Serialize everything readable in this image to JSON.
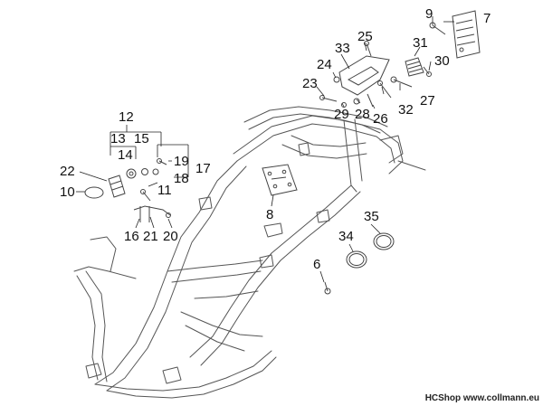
{
  "callouts": [
    "7",
    "9",
    "25",
    "31",
    "33",
    "24",
    "30",
    "23",
    "29",
    "28",
    "26",
    "32",
    "27",
    "12",
    "13",
    "15",
    "14",
    "19",
    "17",
    "18",
    "22",
    "10",
    "11",
    "8",
    "35",
    "34",
    "6",
    "16",
    "21",
    "20"
  ],
  "watermark": "HCShop www.collmann.eu"
}
